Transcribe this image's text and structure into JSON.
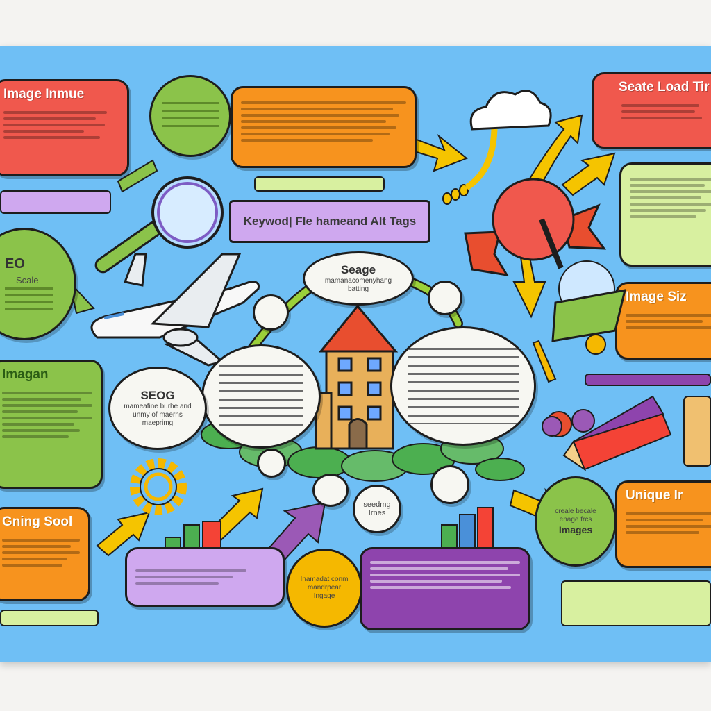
{
  "panels": {
    "image_inmue": {
      "title": "Image Inmue",
      "color": "#f0584d"
    },
    "scate_load": {
      "title": "Seate Load Tir",
      "color": "#f0584d"
    },
    "image_size": {
      "title": "Image Siz",
      "color": "#f7931e"
    },
    "unique": {
      "title": "Unique Ir",
      "color": "#f7931e"
    },
    "imagan": {
      "title": "Imagan",
      "color": "#8bc34a"
    },
    "gning_sool": {
      "title": "Gning Sool",
      "color": "#f7931e"
    },
    "keyword_strip": {
      "title": "Keywod| Fle hameand Alt Tags",
      "color": "#c5a8f0"
    }
  },
  "bubbles": {
    "eo": {
      "title": "EO",
      "sub": "Scale"
    },
    "seage": {
      "title": "Seage",
      "sub": "mamanacomenyhang batting"
    },
    "seog": {
      "title": "SEOG",
      "sub": "mameafine burhe and unmy of maerns maeprimg"
    },
    "unique_images": {
      "title": "Images",
      "sub": "creale becale enage frcs"
    },
    "seeding": {
      "title": "seedmg Irnes",
      "sub": ""
    },
    "orange_circle": {
      "title": "Inamadat conm mandrpear Ingage",
      "sub": ""
    }
  },
  "colors": {
    "board": "#6fbff5",
    "red": "#f0584d",
    "orange": "#f7931e",
    "green": "#8bc34a",
    "light_green": "#d8f0a0",
    "purple": "#8e44ad",
    "light_purple": "#cfa8ef",
    "yellow": "#f5b800"
  },
  "icons": [
    "cloud-icon",
    "magnifier-icon",
    "airplane-icon",
    "gear-icon",
    "house-icon",
    "bar-chart-icon",
    "pencil-icon",
    "badge-icon"
  ]
}
